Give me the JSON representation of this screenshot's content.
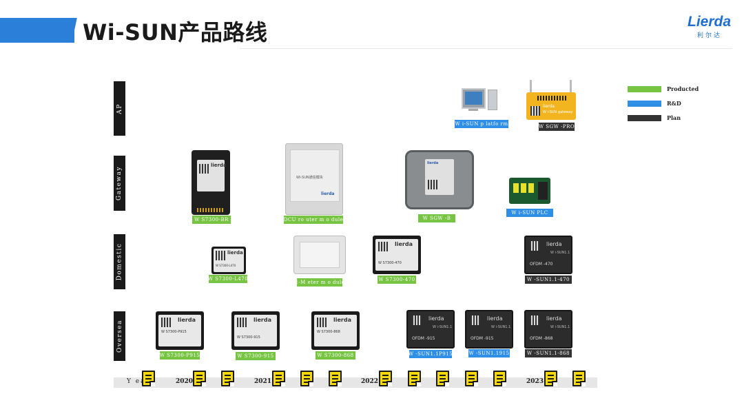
{
  "header": {
    "title": "Wi-SUN产品路线",
    "logo_text": "Lierda",
    "logo_sub": "利尔达",
    "accent": "#2b7fd8"
  },
  "categories": [
    "AP",
    "Gateway",
    "Domestic",
    "Oversea"
  ],
  "legend": [
    {
      "label": "Producted",
      "color": "#76c442"
    },
    {
      "label": "R&D",
      "color": "#2f8ee6"
    },
    {
      "label": "Plan",
      "color": "#333333"
    }
  ],
  "products": {
    "wisun_platform": "W i-SUN p latfo rm",
    "sgw_pro": "W SGW -PRO",
    "ws7300_br": "W S7300-BR",
    "dcu_router": "DCU ro uter m o dule",
    "sgw_b": "W SGW -B",
    "wisun_plc": "W i-SUN PLC",
    "ws7300_l470": "W S7300-L470",
    "e_meter": "E-M eter m o dule",
    "ws7300_470": "W S7300-470",
    "wsun11_470": "W -SUN1.1-470",
    "ws7300_p915": "W S7300-P915",
    "ws7300_915": "W S7300-915",
    "ws7300_868": "W S7300-868",
    "wsun11_p915": "W -SUN1.1P915",
    "wsun11_915": "W -SUN1.1915",
    "wsun11_868": "W -SUN1.1-868"
  },
  "module_text": {
    "lierda": "lierda",
    "sgw_pro_brand": "lierda",
    "sgw_pro_sub": "W i-SUN gateway",
    "dcu_text": "Wi-SUN通信模块",
    "ofdm_470": "OFDM -470",
    "ofdm_915": "OFDM -915",
    "ofdm_868": "OFDM -868",
    "wsun_chip": "W i-SUN1.1",
    "ws7300_470_code": "W S7300-470",
    "ws7300_p915_code": "W S7300-P915",
    "ws7300_915_code": "W S7300-915",
    "ws7300_868_code": "W S7300-868",
    "ws7300_l470_code": "W S7300-L470"
  },
  "timeline": {
    "start_label": "Y ea",
    "years": [
      "2020",
      "2021",
      "2022",
      "2023"
    ]
  }
}
